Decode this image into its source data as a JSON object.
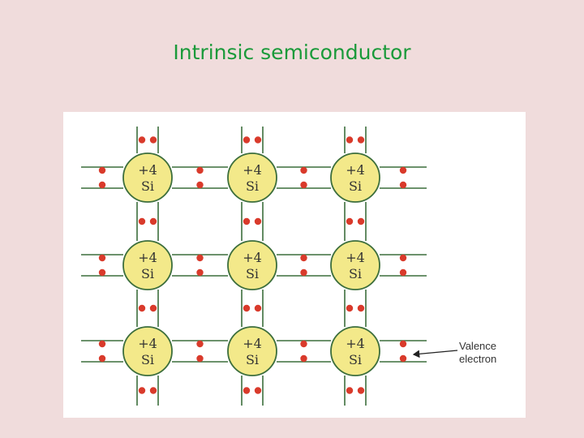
{
  "title": "Intrinsic semiconductor",
  "lattice": {
    "rows": 3,
    "cols": 3,
    "atom_charge": "+4",
    "atom_symbol": "Si"
  },
  "annotation": {
    "line1": "Valence",
    "line2": "electron"
  },
  "colors": {
    "title": "#1a9a3a",
    "atom_fill": "#f3e98a",
    "atom_stroke": "#3c6e3c",
    "bond": "#3c6e3c",
    "electron": "#d93a2b",
    "background": "#f0dcdc"
  }
}
